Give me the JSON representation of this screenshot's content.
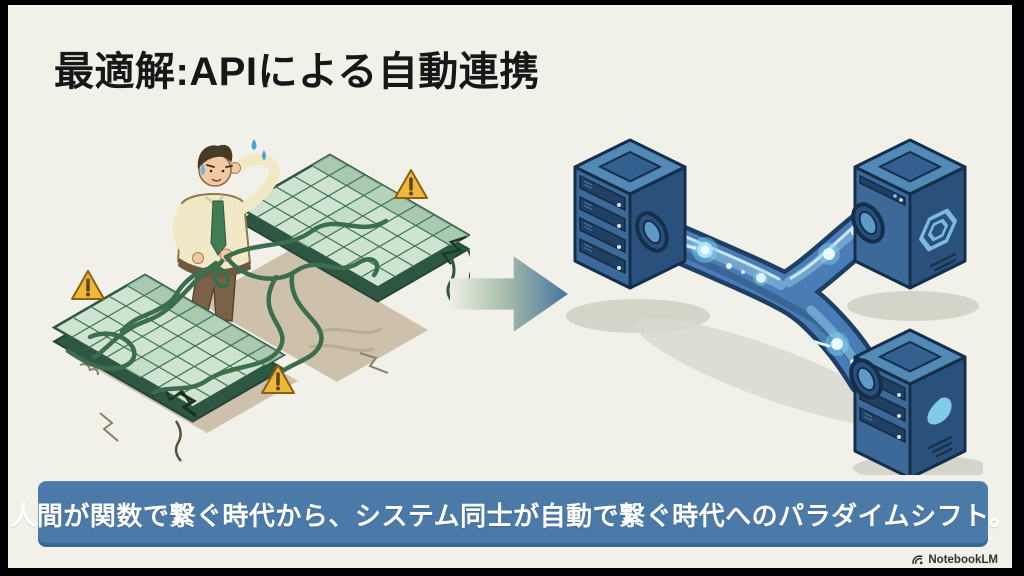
{
  "slide": {
    "title": "最適解:APIによる自動連携",
    "banner": {
      "text": "人間が関数で繋ぐ時代から、システム同士が自動で繋ぐ時代へのパラダイムシフト。"
    },
    "watermark": "NotebookLM"
  },
  "colors": {
    "slide_background": "#f2f1e9",
    "title_text": "#171717",
    "banner_background": "#4c7aa8",
    "banner_text": "#ffffff",
    "arrow_gradient_start": "#edefe4",
    "arrow_gradient_end": "#48749f",
    "spreadsheet_green": "#cfe3d1",
    "spreadsheet_grid": "#41745a",
    "cable_green": "#3c6e4e",
    "warning_yellow": "#eeb83d",
    "server_blue": "#3c6997",
    "pipe_blue": "#4a7db5",
    "glow_cyan": "#aee4f7",
    "ground_shadow_tan": "#cdc1ac"
  },
  "icons": {
    "left_scene": [
      "worker-figure",
      "spreadsheet-panel",
      "tangled-cables",
      "warning-icon",
      "cracked-ground"
    ],
    "right_scene": [
      "server-icon",
      "data-pipe",
      "glow-particle",
      "hexagon-icon",
      "cloud-icon"
    ],
    "transition": [
      "arrow-right-icon"
    ],
    "footer": [
      "notebooklm-logo-icon"
    ]
  }
}
